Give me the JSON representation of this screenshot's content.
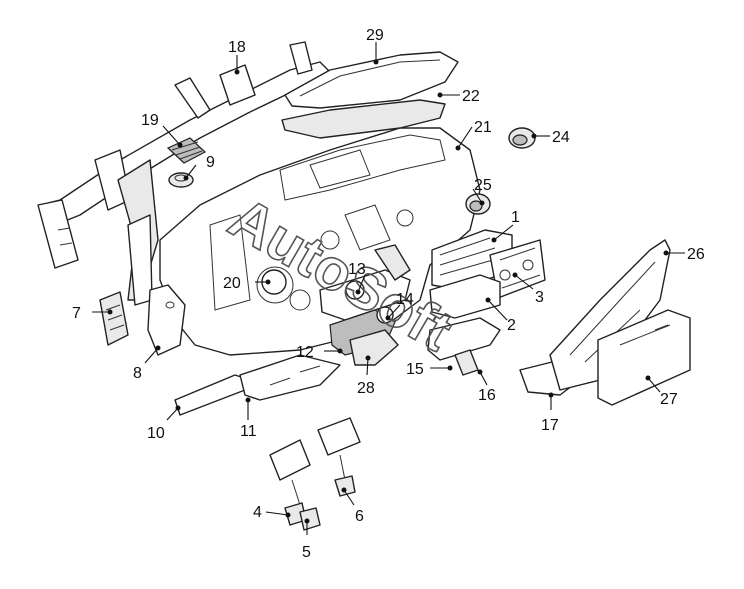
{
  "watermark": "AutoSoft",
  "callouts": [
    {
      "id": "1",
      "label": "1"
    },
    {
      "id": "2",
      "label": "2"
    },
    {
      "id": "3",
      "label": "3"
    },
    {
      "id": "4",
      "label": "4"
    },
    {
      "id": "5",
      "label": "5"
    },
    {
      "id": "6",
      "label": "6"
    },
    {
      "id": "7",
      "label": "7"
    },
    {
      "id": "8",
      "label": "8"
    },
    {
      "id": "9",
      "label": "9"
    },
    {
      "id": "10",
      "label": "10"
    },
    {
      "id": "11",
      "label": "11"
    },
    {
      "id": "12",
      "label": "12"
    },
    {
      "id": "13",
      "label": "13"
    },
    {
      "id": "14",
      "label": "14"
    },
    {
      "id": "15",
      "label": "15"
    },
    {
      "id": "16",
      "label": "16"
    },
    {
      "id": "17",
      "label": "17"
    },
    {
      "id": "18",
      "label": "18"
    },
    {
      "id": "19",
      "label": "19"
    },
    {
      "id": "20",
      "label": "20"
    },
    {
      "id": "21",
      "label": "21"
    },
    {
      "id": "22",
      "label": "22"
    },
    {
      "id": "24",
      "label": "24"
    },
    {
      "id": "25",
      "label": "25"
    },
    {
      "id": "26",
      "label": "26"
    },
    {
      "id": "27",
      "label": "27"
    },
    {
      "id": "28",
      "label": "28"
    },
    {
      "id": "29",
      "label": "29"
    }
  ]
}
